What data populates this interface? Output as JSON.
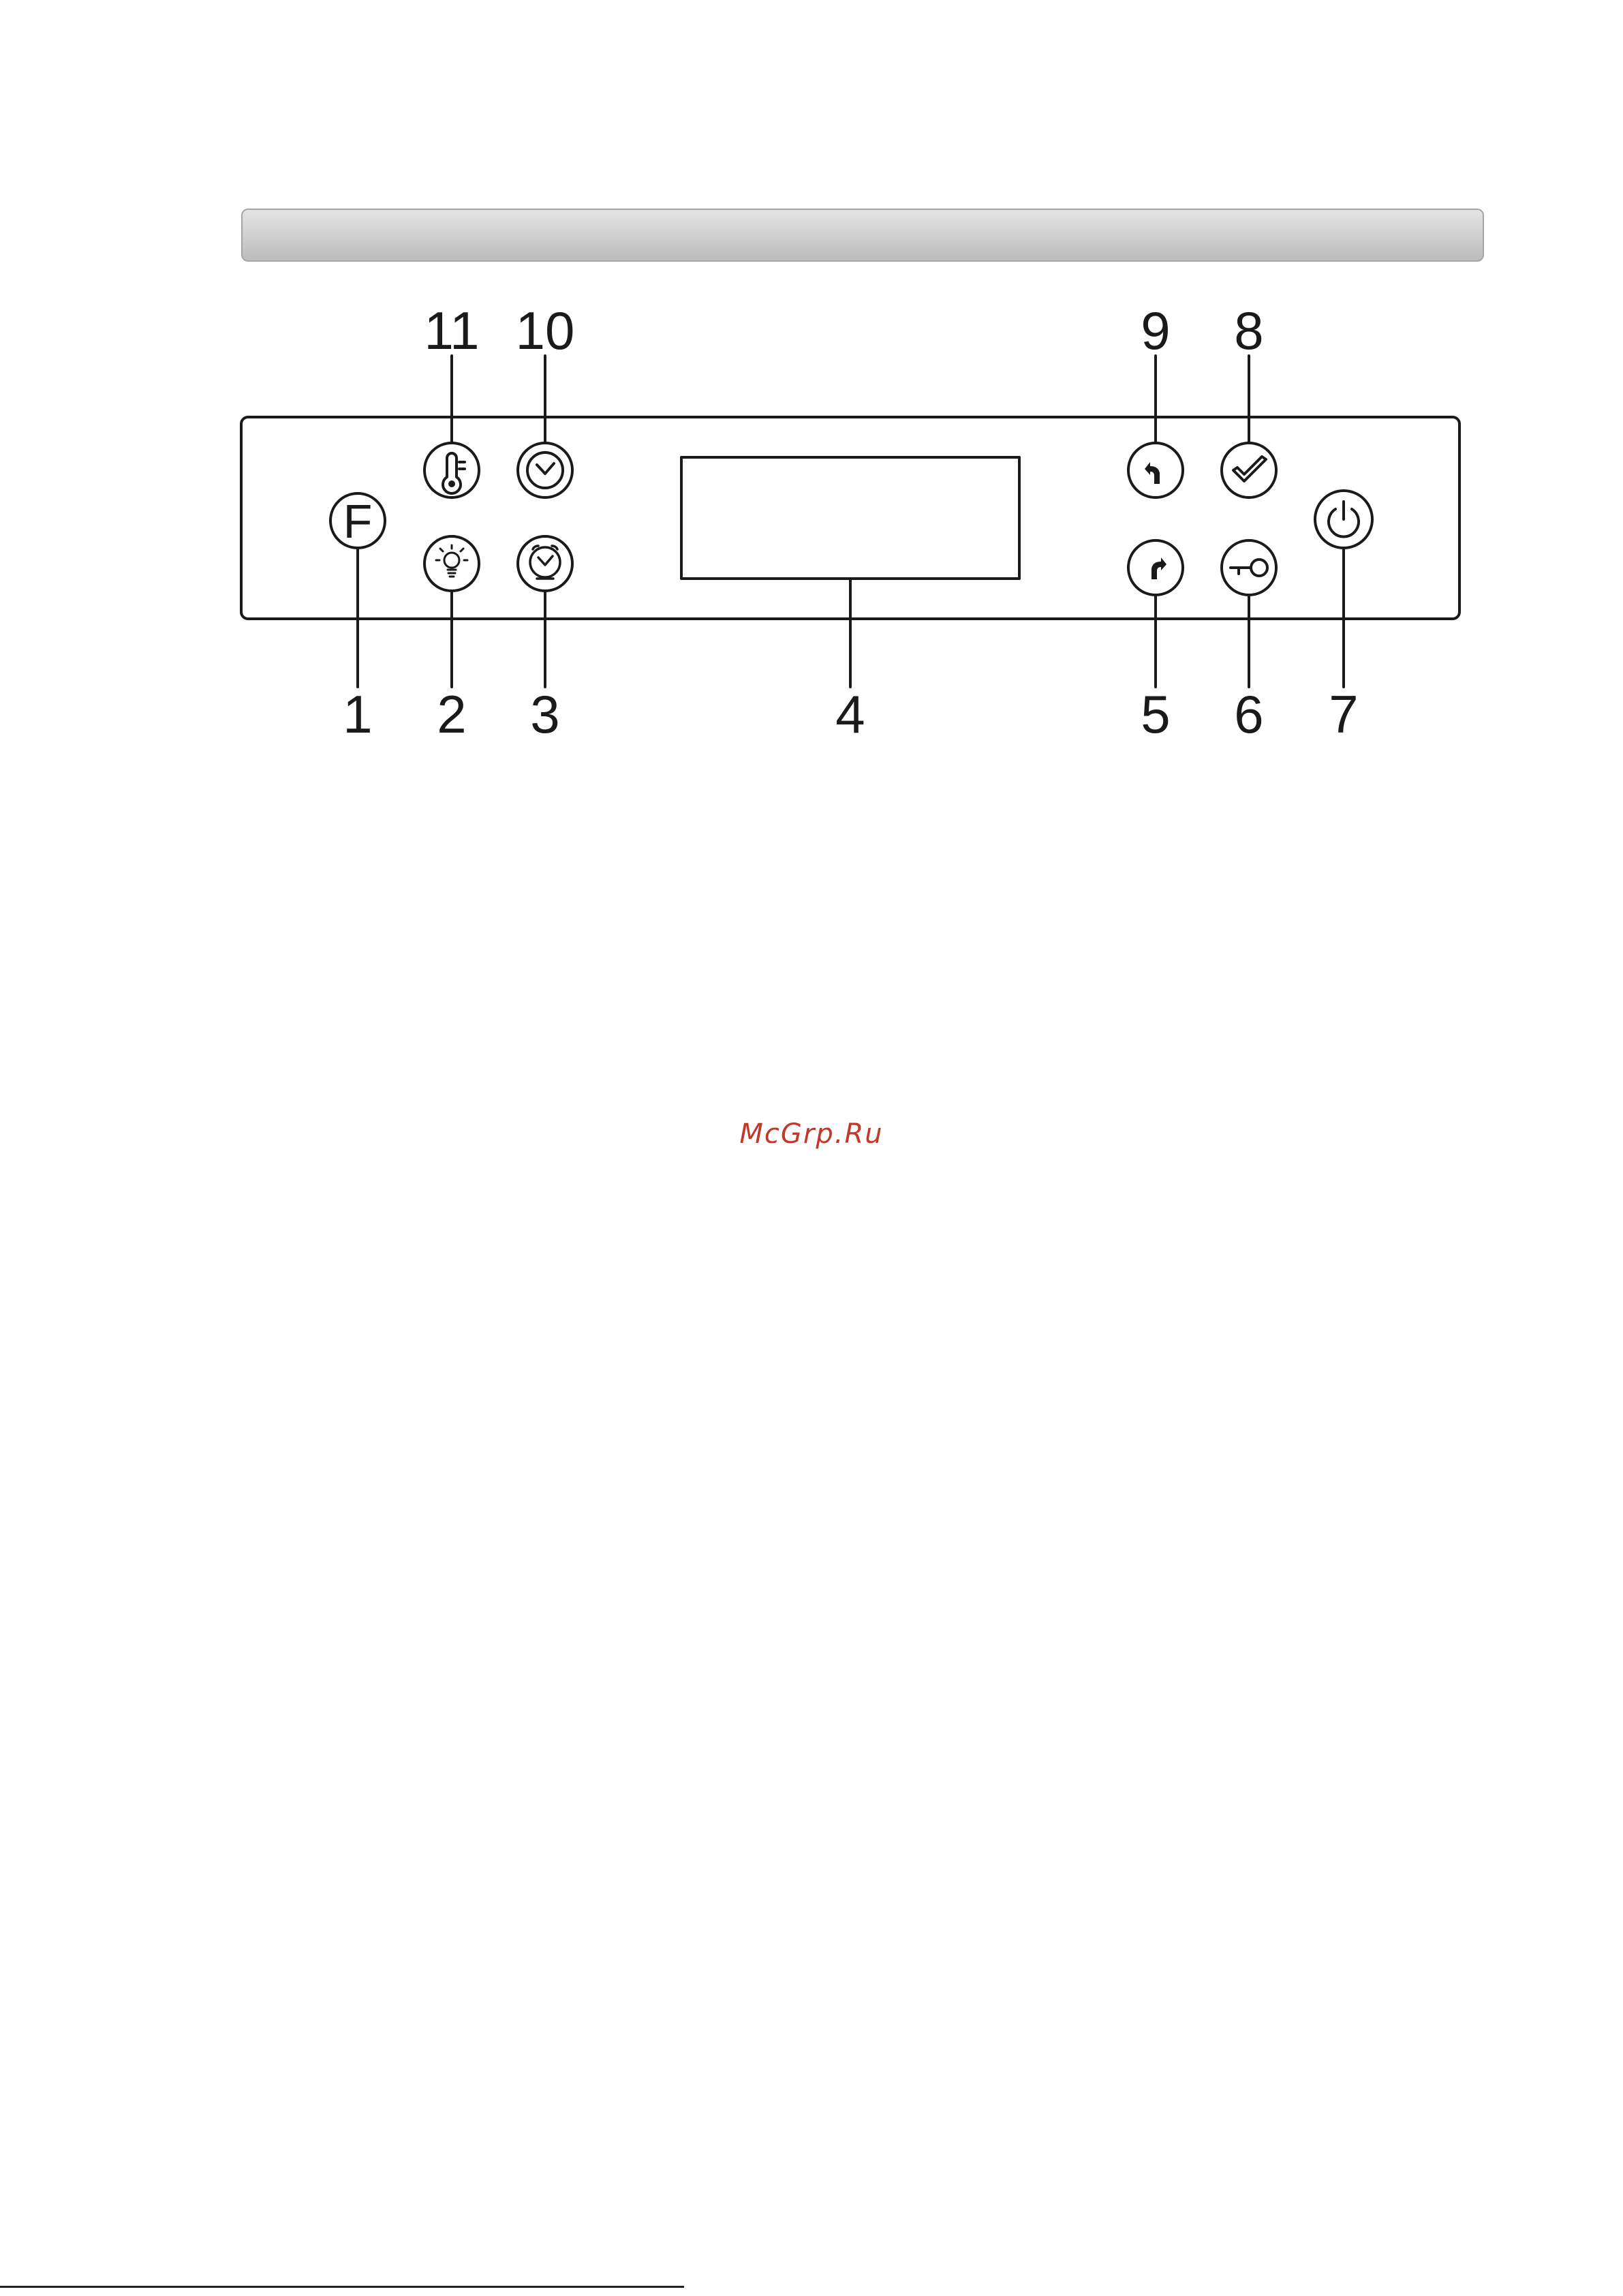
{
  "callouts": {
    "1": "1",
    "2": "2",
    "3": "3",
    "4": "4",
    "5": "5",
    "6": "6",
    "7": "7",
    "8": "8",
    "9": "9",
    "10": "10",
    "11": "11"
  },
  "buttons": {
    "f_label": "F"
  },
  "watermark": {
    "text": "McGrp.Ru",
    "color": "#c0392b"
  },
  "colors": {
    "stroke": "#1a1a1a",
    "header": "#c8c8c8"
  }
}
